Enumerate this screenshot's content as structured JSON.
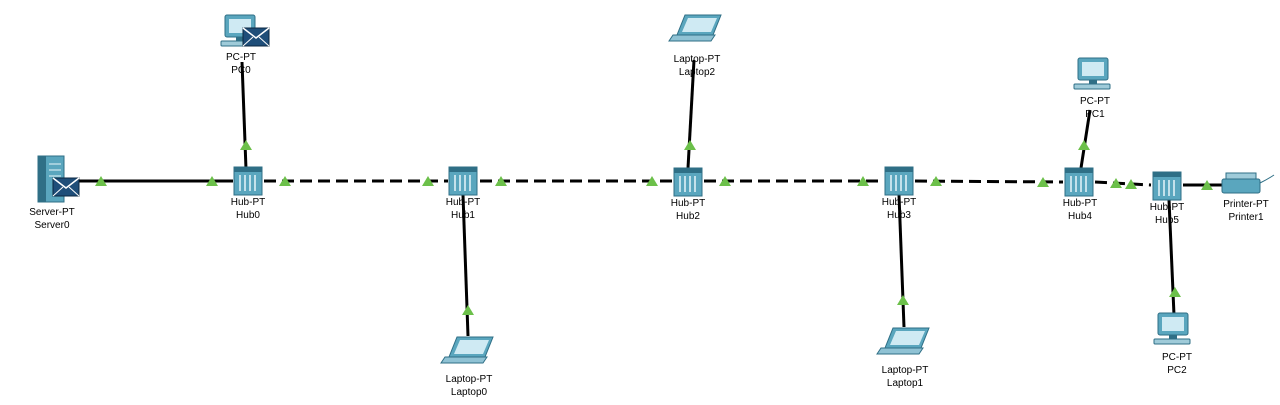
{
  "colors": {
    "cable": "#000000",
    "link_up": "#6cc04a",
    "device_body": "#5aa6be",
    "device_dark": "#2f6f86",
    "screen": "#cfeaf3",
    "envelope": "#1f4e79"
  },
  "devices": [
    {
      "id": "server0",
      "kind": "server",
      "type_label": "Server-PT",
      "name_label": "Server0",
      "envelope": true
    },
    {
      "id": "pc0",
      "kind": "pc",
      "type_label": "PC-PT",
      "name_label": "PC0",
      "envelope": true
    },
    {
      "id": "hub0",
      "kind": "hub",
      "type_label": "Hub-PT",
      "name_label": "Hub0"
    },
    {
      "id": "hub1",
      "kind": "hub",
      "type_label": "Hub-PT",
      "name_label": "Hub1"
    },
    {
      "id": "laptop0",
      "kind": "laptop",
      "type_label": "Laptop-PT",
      "name_label": "Laptop0"
    },
    {
      "id": "laptop2",
      "kind": "laptop",
      "type_label": "Laptop-PT",
      "name_label": "Laptop2"
    },
    {
      "id": "hub2",
      "kind": "hub",
      "type_label": "Hub-PT",
      "name_label": "Hub2"
    },
    {
      "id": "hub3",
      "kind": "hub",
      "type_label": "Hub-PT",
      "name_label": "Hub3"
    },
    {
      "id": "laptop1",
      "kind": "laptop",
      "type_label": "Laptop-PT",
      "name_label": "Laptop1"
    },
    {
      "id": "pc1",
      "kind": "pc",
      "type_label": "PC-PT",
      "name_label": "PC1"
    },
    {
      "id": "hub4",
      "kind": "hub",
      "type_label": "Hub-PT",
      "name_label": "Hub4"
    },
    {
      "id": "hub5",
      "kind": "hub",
      "type_label": "Hub-PT",
      "name_label": "Hub5"
    },
    {
      "id": "printer1",
      "kind": "printer",
      "type_label": "Printer-PT",
      "name_label": "Printer1"
    },
    {
      "id": "pc2",
      "kind": "pc",
      "type_label": "PC-PT",
      "name_label": "PC2"
    }
  ],
  "links": [
    {
      "from": "server0",
      "to": "hub0",
      "style": "straight"
    },
    {
      "from": "hub0",
      "to": "pc0",
      "style": "straight"
    },
    {
      "from": "hub0",
      "to": "hub1",
      "style": "crossover"
    },
    {
      "from": "hub1",
      "to": "laptop0",
      "style": "straight"
    },
    {
      "from": "hub1",
      "to": "hub2",
      "style": "crossover"
    },
    {
      "from": "hub2",
      "to": "laptop2",
      "style": "straight"
    },
    {
      "from": "hub2",
      "to": "hub3",
      "style": "crossover"
    },
    {
      "from": "hub3",
      "to": "laptop1",
      "style": "straight"
    },
    {
      "from": "hub3",
      "to": "hub4",
      "style": "crossover"
    },
    {
      "from": "hub4",
      "to": "pc1",
      "style": "straight"
    },
    {
      "from": "hub4",
      "to": "hub5",
      "style": "crossover"
    },
    {
      "from": "hub5",
      "to": "printer1",
      "style": "straight"
    },
    {
      "from": "hub5",
      "to": "pc2",
      "style": "straight"
    }
  ]
}
